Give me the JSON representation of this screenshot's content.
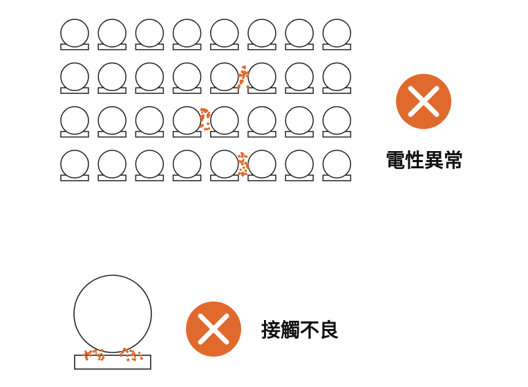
{
  "labels": {
    "top": "電性異常",
    "bottom": "接觸不良"
  },
  "icons": {
    "top": "cross-mark-icon",
    "bottom": "cross-mark-icon"
  },
  "grid": {
    "rows": 4,
    "columns": 8,
    "defects": [
      {
        "row": 2,
        "gap_after_column": 5
      },
      {
        "row": 3,
        "gap_after_column": 4
      },
      {
        "row": 4,
        "gap_after_column": 5
      }
    ]
  },
  "colors": {
    "accent": "#e06a2e",
    "line": "#222222",
    "text": "#111111",
    "background": "#ffffff"
  }
}
